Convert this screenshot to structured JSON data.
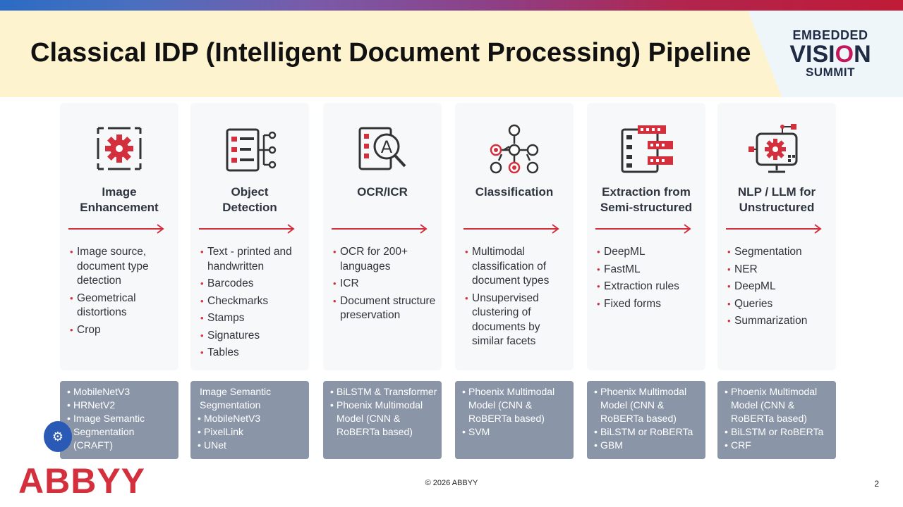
{
  "slide": {
    "title": "Classical IDP (Intelligent Document Processing) Pipeline",
    "footer": "© 2026 ABBYY",
    "page_number": "2"
  },
  "branding": {
    "summit_line1": "EMBEDDED",
    "summit_line2_a": "VISI",
    "summit_line2_o": "O",
    "summit_line2_b": "N",
    "summit_line3": "SUMMIT",
    "company": "ABBYY",
    "accent_color": "#d32f3c",
    "model_box_color": "#8a96a8"
  },
  "stages": [
    {
      "icon": "gear-frame-icon",
      "heading": [
        "Image",
        "Enhancement"
      ],
      "bullets": [
        "Image source, document type detection",
        "Geometrical distortions",
        "Crop"
      ],
      "models": [
        {
          "bullet": true,
          "text": "MobileNetV3"
        },
        {
          "bullet": true,
          "text": "HRNetV2"
        },
        {
          "bullet": true,
          "text": "Image Semantic Segmentation (CRAFT)"
        }
      ]
    },
    {
      "icon": "document-tree-icon",
      "heading": [
        "Object",
        "Detection"
      ],
      "bullets": [
        "Text - printed and handwritten",
        "Barcodes",
        "Checkmarks",
        "Stamps",
        "Signatures",
        "Tables"
      ],
      "models": [
        {
          "bullet": false,
          "text": "Image Semantic Segmentation"
        },
        {
          "bullet": true,
          "text": "MobileNetV3"
        },
        {
          "bullet": true,
          "text": "PixelLink"
        },
        {
          "bullet": true,
          "text": "UNet"
        }
      ]
    },
    {
      "icon": "ocr-magnifier-icon",
      "heading": [
        "OCR/ICR"
      ],
      "bullets": [
        "OCR for 200+ languages",
        "ICR",
        "Document structure preservation"
      ],
      "models": [
        {
          "bullet": true,
          "text": "BiLSTM & Transformer"
        },
        {
          "bullet": true,
          "text": "Phoenix Multimodal Model (CNN & RoBERTa based)"
        }
      ]
    },
    {
      "icon": "node-graph-icon",
      "heading": [
        "Classification"
      ],
      "bullets": [
        "Multimodal classification of document types",
        "Unsupervised clustering of documents by similar facets"
      ],
      "models": [
        {
          "bullet": true,
          "text": "Phoenix Multimodal Model (CNN & RoBERTa based)"
        },
        {
          "bullet": true,
          "text": "SVM"
        }
      ]
    },
    {
      "icon": "form-extraction-icon",
      "heading": [
        "Extraction from",
        "Semi-structured"
      ],
      "bullets": [
        "DeepML",
        "FastML",
        "Extraction rules",
        "Fixed forms"
      ],
      "models": [
        {
          "bullet": true,
          "text": "Phoenix Multimodal Model (CNN & RoBERTa based)"
        },
        {
          "bullet": true,
          "text": "BiLSTM or RoBERTa"
        },
        {
          "bullet": true,
          "text": "GBM"
        }
      ]
    },
    {
      "icon": "monitor-gear-icon",
      "heading": [
        "NLP / LLM for",
        "Unstructured"
      ],
      "bullets": [
        "Segmentation",
        "NER",
        "DeepML",
        "Queries",
        "Summarization"
      ],
      "models": [
        {
          "bullet": true,
          "text": "Phoenix Multimodal Model (CNN & RoBERTa based)"
        },
        {
          "bullet": true,
          "text": "BiLSTM or RoBERTa"
        },
        {
          "bullet": true,
          "text": "CRF"
        }
      ]
    }
  ]
}
